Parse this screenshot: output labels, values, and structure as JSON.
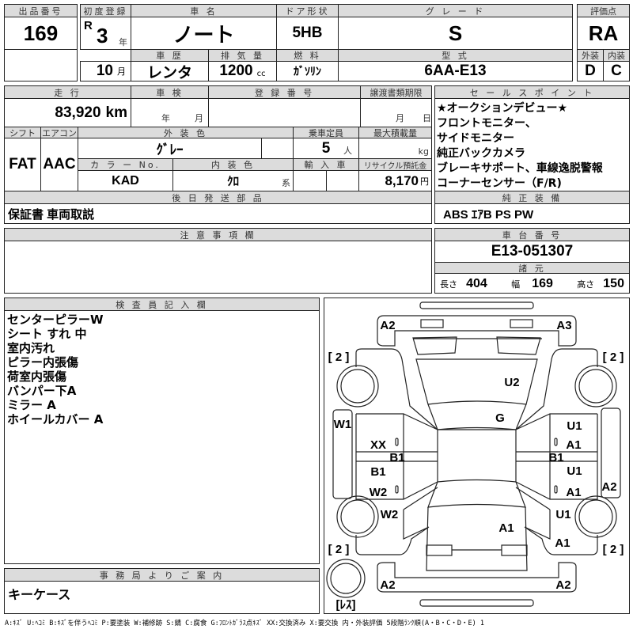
{
  "lot": {
    "label": "出品番号",
    "value": "169"
  },
  "first_reg": {
    "label": "初度登録",
    "era": "R",
    "year": "3",
    "year_unit": "年",
    "month": "10",
    "month_unit": "月"
  },
  "car_name": {
    "label": "車 名",
    "value": "ノート"
  },
  "door": {
    "label": "ドア形状",
    "value": "5HB"
  },
  "grade": {
    "label": "グ レ ー ド",
    "value": "S"
  },
  "history": {
    "label": "車 歴",
    "value": "レンタ"
  },
  "displacement": {
    "label": "排 気 量",
    "value": "1200",
    "unit": "cc"
  },
  "fuel": {
    "label": "燃 料",
    "value": "ｶﾞｿﾘﾝ"
  },
  "model": {
    "label": "型 式",
    "value": "6AA-E13"
  },
  "score": {
    "label": "評価点",
    "value": "RA",
    "ext_label": "外装",
    "int_label": "内装",
    "ext": "D",
    "int": "C"
  },
  "mileage": {
    "label": "走 行",
    "value": "83,920",
    "unit": "km"
  },
  "inspection": {
    "label": "車 検",
    "year_unit": "年",
    "month_unit": "月"
  },
  "reg_no": {
    "label": "登 録 番 号"
  },
  "transfer": {
    "label": "譲渡書類期限",
    "month_unit": "月",
    "day_unit": "日"
  },
  "sales": {
    "label": "セ ー ル ス ポ イ ン ト",
    "lines": "★オークションデビュー★\nフロントモニター、\nサイドモニター\n純正バックカメラ\nブレーキサポート、車線逸脱警報\nコーナーセンサー（F/R)"
  },
  "shift": {
    "label": "シフト",
    "value": "FAT"
  },
  "ac": {
    "label": "エアコン",
    "value": "AAC"
  },
  "ext_color": {
    "label": "外 装 色",
    "value": "ｸﾞﾚｰ"
  },
  "capacity": {
    "label": "乗車定員",
    "value": "5",
    "unit": "人"
  },
  "max_load": {
    "label": "最大積載量",
    "unit": "kg"
  },
  "color_no": {
    "label": "カ ラ ー No.",
    "value": "KAD"
  },
  "int_color": {
    "label": "内 装 色",
    "value": "ｸﾛ",
    "unit": "系"
  },
  "import": {
    "label": "輸 入 車"
  },
  "recycle": {
    "label": "リサイクル預託金",
    "value": "8,170",
    "unit": "円"
  },
  "later_parts": {
    "label": "後 日 発 送 部 品",
    "value": "保証書 車両取説"
  },
  "equipment": {
    "label": "純 正 装 備",
    "value": "ABS ｴｱB PS PW"
  },
  "notes": {
    "label": "注 意 事 項 欄"
  },
  "chassis": {
    "label": "車 台 番 号",
    "value": "E13-051307"
  },
  "specs": {
    "label": "諸 元",
    "length_label": "長さ",
    "length": "404",
    "width_label": "幅",
    "width": "169",
    "height_label": "高さ",
    "height": "150"
  },
  "inspector": {
    "label": "検 査 員 記 入 欄",
    "lines": "センターピラーW\nシート すれ 中\n室内汚れ\nピラー内張傷\n荷室内張傷\nバンパー下A\nミラー A\nホイールカバー A"
  },
  "office": {
    "label": "事 務 局 よ り ご 案 内",
    "value": "キーケース"
  },
  "diagram": {
    "tire_label": "[ 2 ]",
    "spare_label": "[ﾚｽ]",
    "marks": [
      "A2",
      "A3",
      "U2",
      "G",
      "W1",
      "XX",
      "B1",
      "B1",
      "W2",
      "W2",
      "U1",
      "A1",
      "B1",
      "U1",
      "A1",
      "A2",
      "U1",
      "A1",
      "A1",
      "A2",
      "A2"
    ]
  },
  "legend": "A:ｷｽﾞ U:ﾍｺﾐ B:ｷｽﾞを伴うﾍｺﾐ P:要塗装 W:補修跡 S:錆 C:腐食 G:ﾌﾛﾝﾄｶﾞﾗｽ点ｷｽﾞ XX:交換済み X:要交換  内・外装評価  5段階ﾗﾝｸ順(A・B・C・D・E) 1"
}
